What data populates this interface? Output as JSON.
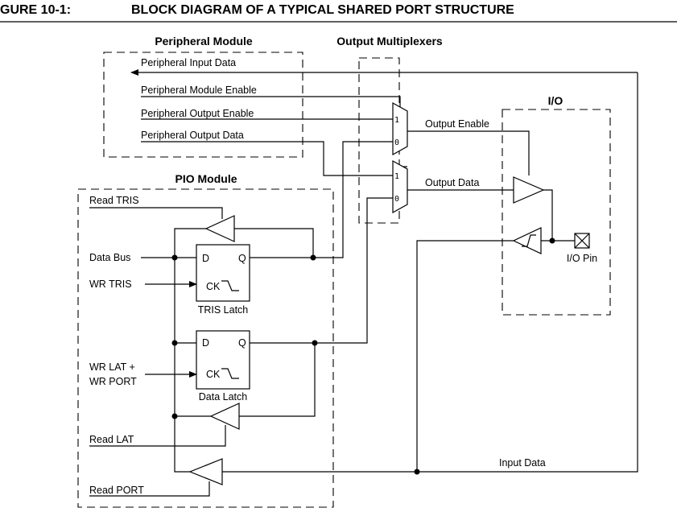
{
  "figure": {
    "number": "GURE 10-1:",
    "title": "BLOCK DIAGRAM OF A TYPICAL SHARED PORT STRUCTURE"
  },
  "peripheral_module": {
    "title": "Peripheral Module",
    "signals": [
      "Peripheral Input Data",
      "Peripheral Module Enable",
      "Peripheral Output Enable",
      "Peripheral Output Data"
    ]
  },
  "output_multiplexers": {
    "title": "Output Multiplexers",
    "mux_inputs": [
      "1",
      "0"
    ]
  },
  "io": {
    "title": "I/O",
    "output_enable": "Output Enable",
    "output_data": "Output Data",
    "pin_label": "I/O Pin"
  },
  "pio_module": {
    "title": "PIO Module",
    "read_tris": "Read TRIS",
    "data_bus": "Data Bus",
    "wr_tris": "WR TRIS",
    "wr_lat_line1": "WR LAT +",
    "wr_lat_line2": "WR PORT",
    "read_lat": "Read LAT",
    "read_port": "Read PORT",
    "tris_latch": {
      "name": "TRIS Latch",
      "d": "D",
      "q": "Q",
      "ck": "CK"
    },
    "data_latch": {
      "name": "Data Latch",
      "d": "D",
      "q": "Q",
      "ck": "CK"
    },
    "input_data": "Input Data"
  }
}
